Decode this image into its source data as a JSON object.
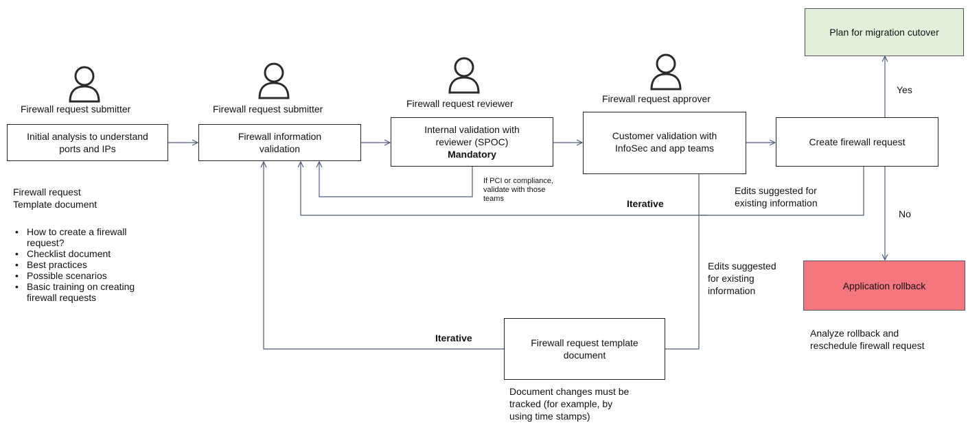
{
  "roles": {
    "submitter_1": "Firewall request submitter",
    "submitter_2": "Firewall request submitter",
    "reviewer": "Firewall request reviewer",
    "approver": "Firewall request approver"
  },
  "boxes": {
    "initial_analysis": [
      "Initial analysis to understand",
      "ports and IPs"
    ],
    "info_validation": [
      "Firewall information",
      "validation"
    ],
    "internal_validation": [
      "Internal validation with",
      "reviewer (SPOC)"
    ],
    "internal_validation_emphasis": "Mandatory",
    "customer_validation": [
      "Customer validation with",
      "InfoSec and app teams"
    ],
    "create_request": "Create firewall request",
    "plan_cutover": "Plan for migration cutover",
    "rollback": "Application rollback",
    "template_doc": [
      "Firewall request template",
      "document"
    ]
  },
  "notes": {
    "template_title": [
      "Firewall request",
      "Template document"
    ],
    "template_items": [
      [
        "How to create a firewall",
        "request?"
      ],
      [
        "Checklist document"
      ],
      [
        "Best practices"
      ],
      [
        "Possible scenarios"
      ],
      [
        "Basic training on creating",
        "firewall requests"
      ]
    ],
    "pci": [
      "If PCI or compliance,",
      "validate with those",
      "teams"
    ],
    "edits_right": [
      "Edits suggested for",
      "existing information"
    ],
    "edits_middle": [
      "Edits suggested",
      "for existing",
      "information"
    ],
    "iterative_top": "Iterative",
    "iterative_bottom": "Iterative",
    "yes": "Yes",
    "no": "No",
    "rollback_note": [
      "Analyze rollback and",
      "reschedule firewall request"
    ],
    "doc_changes": [
      "Document changes must be",
      "tracked (for example, by",
      "using time stamps)"
    ]
  },
  "colors": {
    "line": "#4a5a78",
    "cutover_fill": "#e2efda",
    "rollback_fill": "#f4777f"
  },
  "icons": [
    "person-icon",
    "person-icon",
    "person-icon",
    "person-icon"
  ]
}
